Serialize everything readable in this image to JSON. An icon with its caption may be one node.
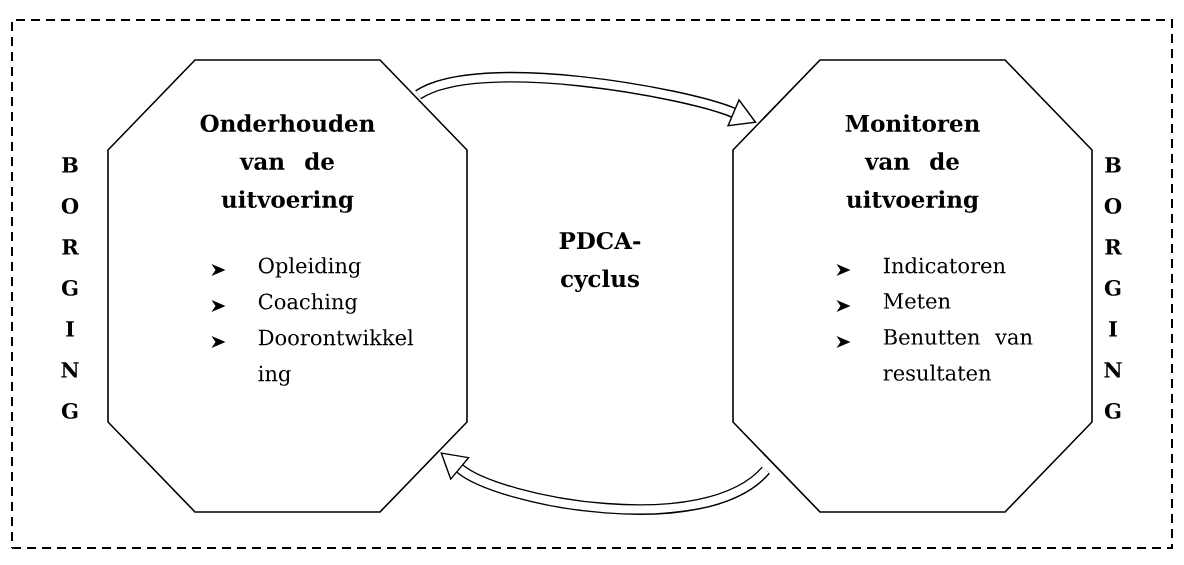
{
  "diagram": {
    "nodes": [
      {
        "text": [
          "B O R G I N G",
          "B O R G I N G"
        ]
      },
      {
        "text": [
          "Onderhouden van de uitvoering",
          "Opleiding",
          "Coaching",
          "Doorontwikkel ing"
        ],
        "in": 0
      },
      {
        "text": [
          "PDCA-cyclus"
        ],
        "in": 0
      },
      {
        "text": [
          "Monitoren van de uitvoering",
          "Indicatoren",
          "Meten",
          "Benutten van resultaten"
        ],
        "in": 0
      }
    ],
    "edges": [
      {
        "from": 1,
        "to": 3,
        "arrow": "to"
      },
      {
        "from": 3,
        "to": 1,
        "arrow": "to"
      }
    ]
  }
}
